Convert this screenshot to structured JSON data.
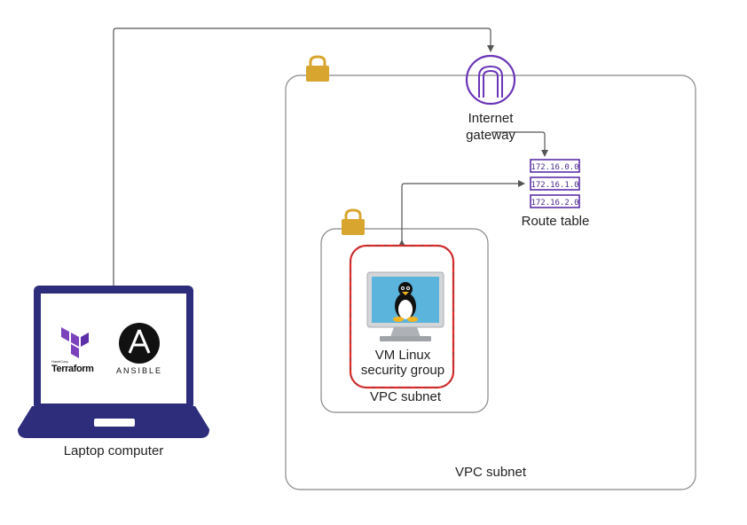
{
  "internet_gateway": {
    "label_line1": "Internet",
    "label_line2": "gateway"
  },
  "route_table": {
    "label": "Route table",
    "entries": [
      "172.16.0.0",
      "172.16.1.0",
      "172.16.2.0"
    ]
  },
  "vm": {
    "label_line1": "VM Linux",
    "label_line2": "security group"
  },
  "inner_subnet": {
    "label": "VPC subnet"
  },
  "outer_subnet": {
    "label": "VPC subnet"
  },
  "laptop": {
    "label": "Laptop computer",
    "terraform_text": "Terraform",
    "terraform_small": "HashiCorp",
    "ansible_text": "ANSIBLE"
  },
  "colors": {
    "laptop": "#2e2d7c",
    "gateway": "#6a35b8",
    "route_table": "#5c2fa8",
    "lock": "#d8a62e",
    "security_group": "#e02a2a",
    "terraform": "#7b42bc",
    "connector": "#555555"
  }
}
